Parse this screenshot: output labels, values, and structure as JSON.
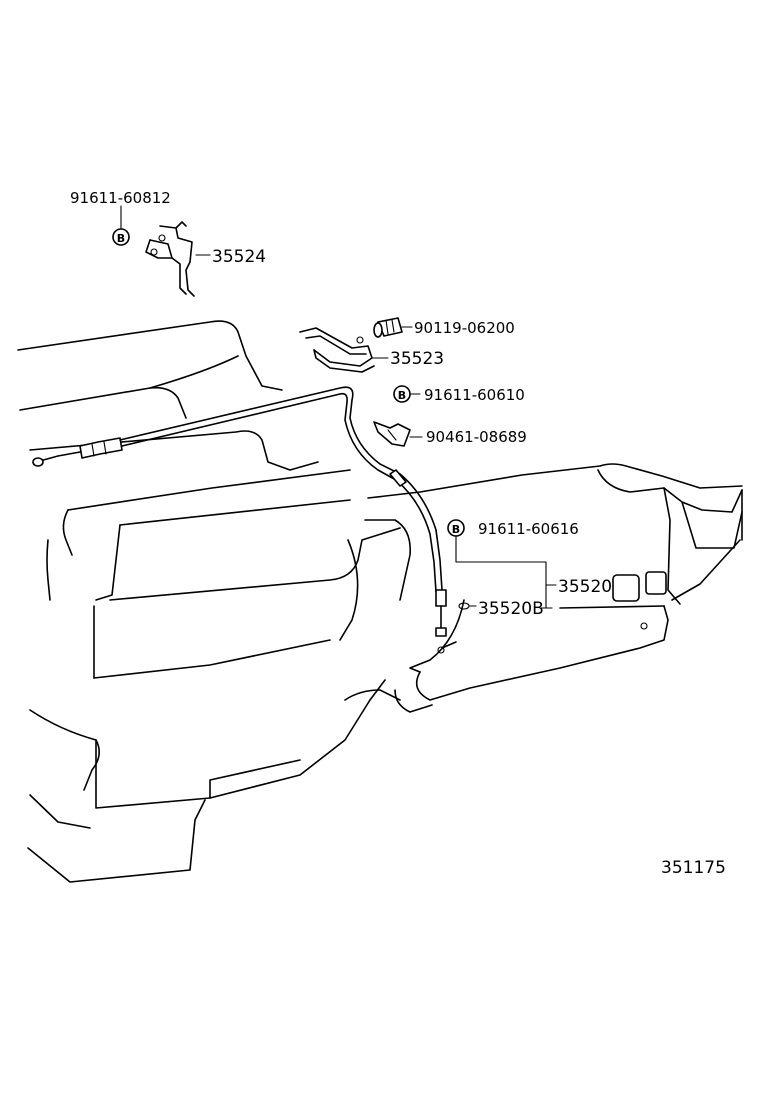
{
  "bolt_symbol": "B",
  "parts": {
    "p1": "91611-60812",
    "p2": "35524",
    "p3": "90119-06200",
    "p4": "35523",
    "p5": "91611-60610",
    "p6": "90461-08689",
    "p7": "91611-60616",
    "p8": "35520",
    "p9": "35520B"
  },
  "illustration_number": "351175"
}
